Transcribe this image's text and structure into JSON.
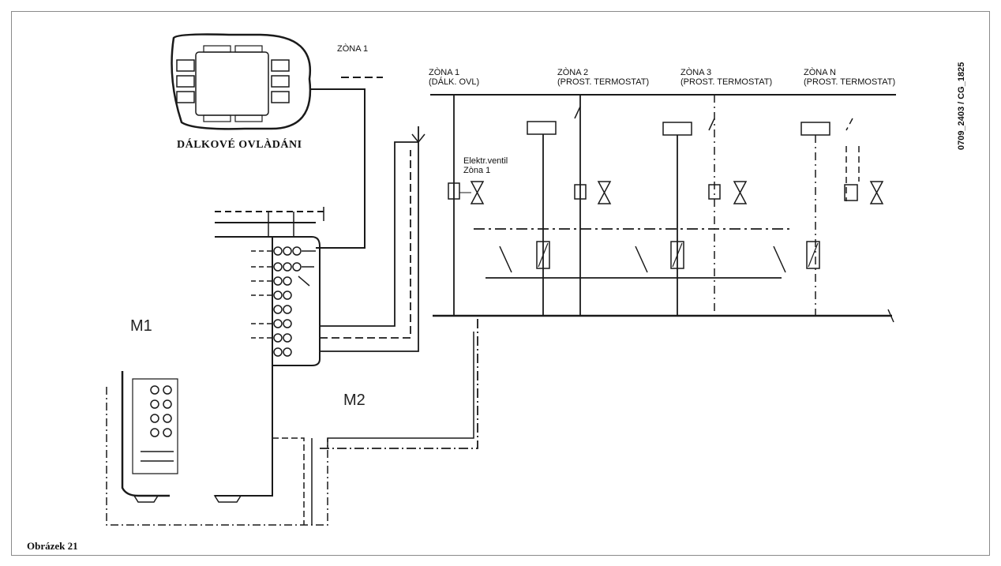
{
  "remote": {
    "title": "DÁLKOVÉ OVLÀDÁNI",
    "zone_label": "ZÒNA 1"
  },
  "zones": [
    {
      "name": "ZÒNA 1",
      "sub": "(DÁLK. OVL)"
    },
    {
      "name": "ZÒNA 2",
      "sub": "(PROST. TERMOSTAT)"
    },
    {
      "name": "ZÒNA 3",
      "sub": "(PROST. TERMOSTAT)"
    },
    {
      "name": "ZÒNA N",
      "sub": "(PROST. TERMOSTAT)"
    }
  ],
  "valve": {
    "line1": "Elektr.ventil",
    "line2": "Zòna 1"
  },
  "boards": {
    "m1": "M1",
    "m2": "M2"
  },
  "figure": {
    "caption": "Obrázek 21",
    "code": "0709_2403 / CG_1825"
  }
}
